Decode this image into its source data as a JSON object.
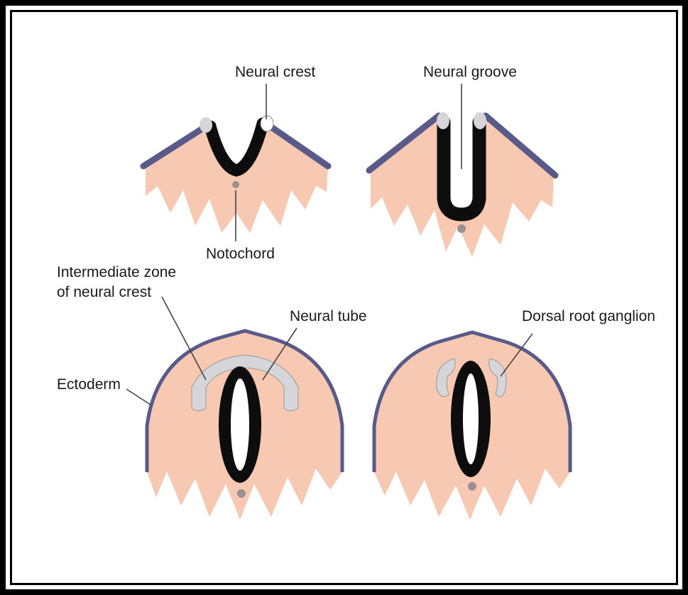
{
  "labels": {
    "neural_crest": "Neural crest",
    "neural_groove": "Neural groove",
    "notochord": "Notochord",
    "intermediate_zone_line1": "Intermediate zone",
    "intermediate_zone_line2": "of neural crest",
    "neural_tube": "Neural tube",
    "dorsal_root_ganglion": "Dorsal root ganglion",
    "ectoderm": "Ectoderm"
  },
  "colors": {
    "tissue": "#f7c9b3",
    "ectoderm": "#5a5a8a",
    "neural_tissue": "#0d0d0d",
    "crest_cells": "#d6d6da",
    "notochord": "#9b8f92",
    "frame": "#000000"
  }
}
